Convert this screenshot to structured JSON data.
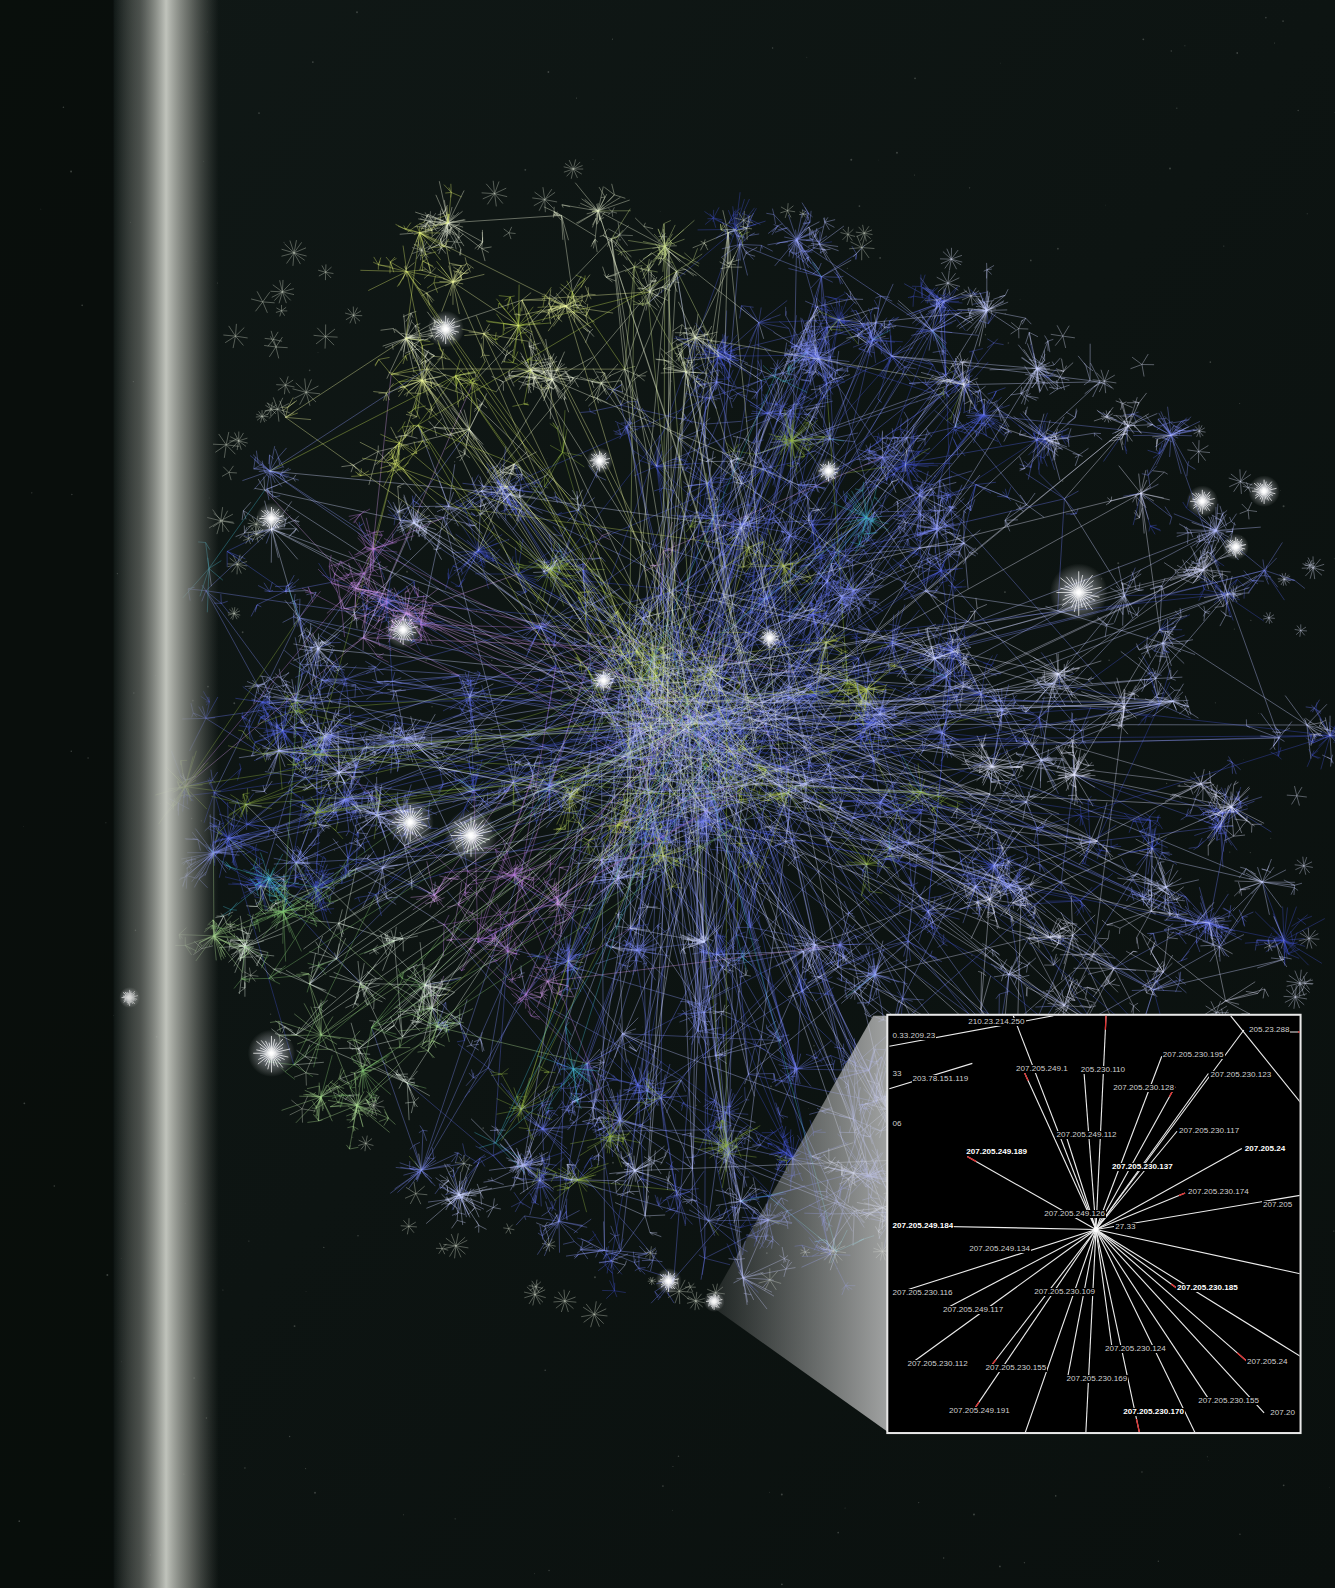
{
  "diagram": {
    "labels": [
      "210.23.214.250",
      "0.33.209.23",
      "205.23.288",
      "207.205.230.195",
      "33",
      "203.78.151.119",
      "207.205.249.1",
      "205.230.110",
      "207.205.230.123",
      "207.205.230.128",
      "06",
      "207.205.249.112",
      "207.205.230.117",
      "207.205.249.189",
      "207.205.230.137",
      "207.205.24",
      "207.205.230.174",
      "207.205",
      "207.205.249.126",
      "27.33",
      "207.205.249.184",
      "207.205.249.134",
      "207.205.230.116",
      "207.205.230.109",
      "207.205.230.185",
      "207.205.249.117",
      "207.205.230.124",
      "207.205.24",
      "207.205.230.112",
      "207.205.230.155",
      "207.205.230.169",
      "207.205.249.191",
      "207.205.230.155",
      "207.205.230.170",
      "207.20"
    ]
  }
}
